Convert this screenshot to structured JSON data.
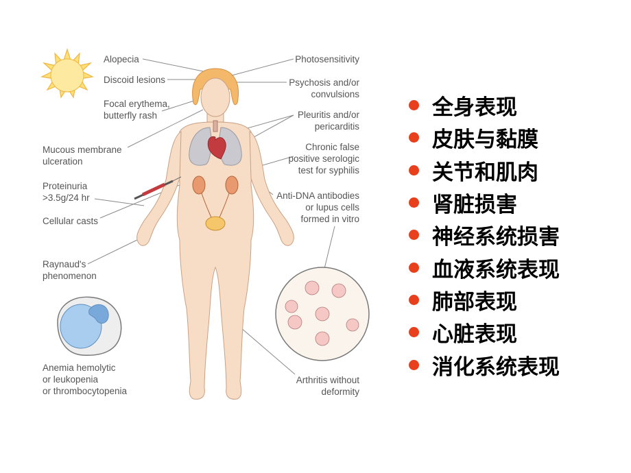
{
  "diagram": {
    "labels": {
      "alopecia": "Alopecia",
      "discoid": "Discoid lesions",
      "focal_1": "Focal erythema,",
      "focal_2": "butterfly rash",
      "mucous_1": "Mucous membrane",
      "mucous_2": "ulceration",
      "proteinuria_1": "Proteinuria",
      "proteinuria_2": ">3.5g/24 hr",
      "casts": "Cellular casts",
      "raynaud_1": "Raynaud's",
      "raynaud_2": "phenomenon",
      "anemia_1": "Anemia hemolytic",
      "anemia_2": "or leukopenia",
      "anemia_3": "or thrombocytopenia",
      "photo": "Photosensitivity",
      "psychosis_1": "Psychosis and/or",
      "psychosis_2": "convulsions",
      "pleuritis_1": "Pleuritis and/or",
      "pleuritis_2": "pericarditis",
      "chronic_1": "Chronic false",
      "chronic_2": "positive serologic",
      "chronic_3": "test for syphilis",
      "dna_1": "Anti-DNA antibodies",
      "dna_2": "or lupus cells",
      "dna_3": "formed in vitro",
      "arthritis_1": "Arthritis without",
      "arthritis_2": "deformity"
    }
  },
  "bullets": [
    "全身表现",
    "皮肤与黏膜",
    "关节和肌肉",
    "肾脏损害",
    "神经系统损害",
    "血液系统表现",
    "肺部表现",
    "心脏表现",
    "消化系统表现"
  ],
  "colors": {
    "bullet_dot": "#e8401c",
    "skin": "#f7dcc6",
    "hair": "#f4b86a",
    "sun": "#fde07a",
    "kidney": "#e89a6e",
    "lung": "#c9c9cf",
    "heart": "#c23b3f"
  }
}
